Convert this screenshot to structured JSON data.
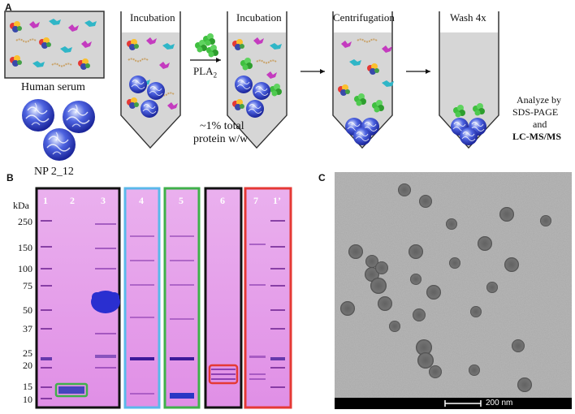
{
  "panels": {
    "a": "A",
    "b": "B",
    "c": "C"
  },
  "panel_a": {
    "human_serum": "Human serum",
    "np_label": "NP 2_12",
    "steps": [
      "Incubation",
      "Incubation",
      "Centrifugation",
      "Wash 4x"
    ],
    "pla2": "PLA",
    "pla2_sub": "2",
    "protein_line1": "~1% total",
    "protein_line2": "protein w/w",
    "analyze_line1": "Analyze by",
    "analyze_line2": "SDS-PAGE",
    "analyze_line3": "and",
    "analyze_line4": "LC-MS/MS"
  },
  "panel_b": {
    "unit": "kDa",
    "ticks": [
      "250",
      "150",
      "100",
      "75",
      "50",
      "37",
      "25",
      "20",
      "15",
      "10"
    ],
    "lanes": [
      "1",
      "2",
      "3",
      "4",
      "5",
      "6",
      "7",
      "1’"
    ],
    "colors": {
      "gel": "#e6a2ec",
      "black_frame": "#111111",
      "blue_frame": "#5ab8ea",
      "green_frame": "#3fb04a",
      "red_frame": "#e53935"
    }
  },
  "panel_c": {
    "scale_bar": "200 nm"
  }
}
